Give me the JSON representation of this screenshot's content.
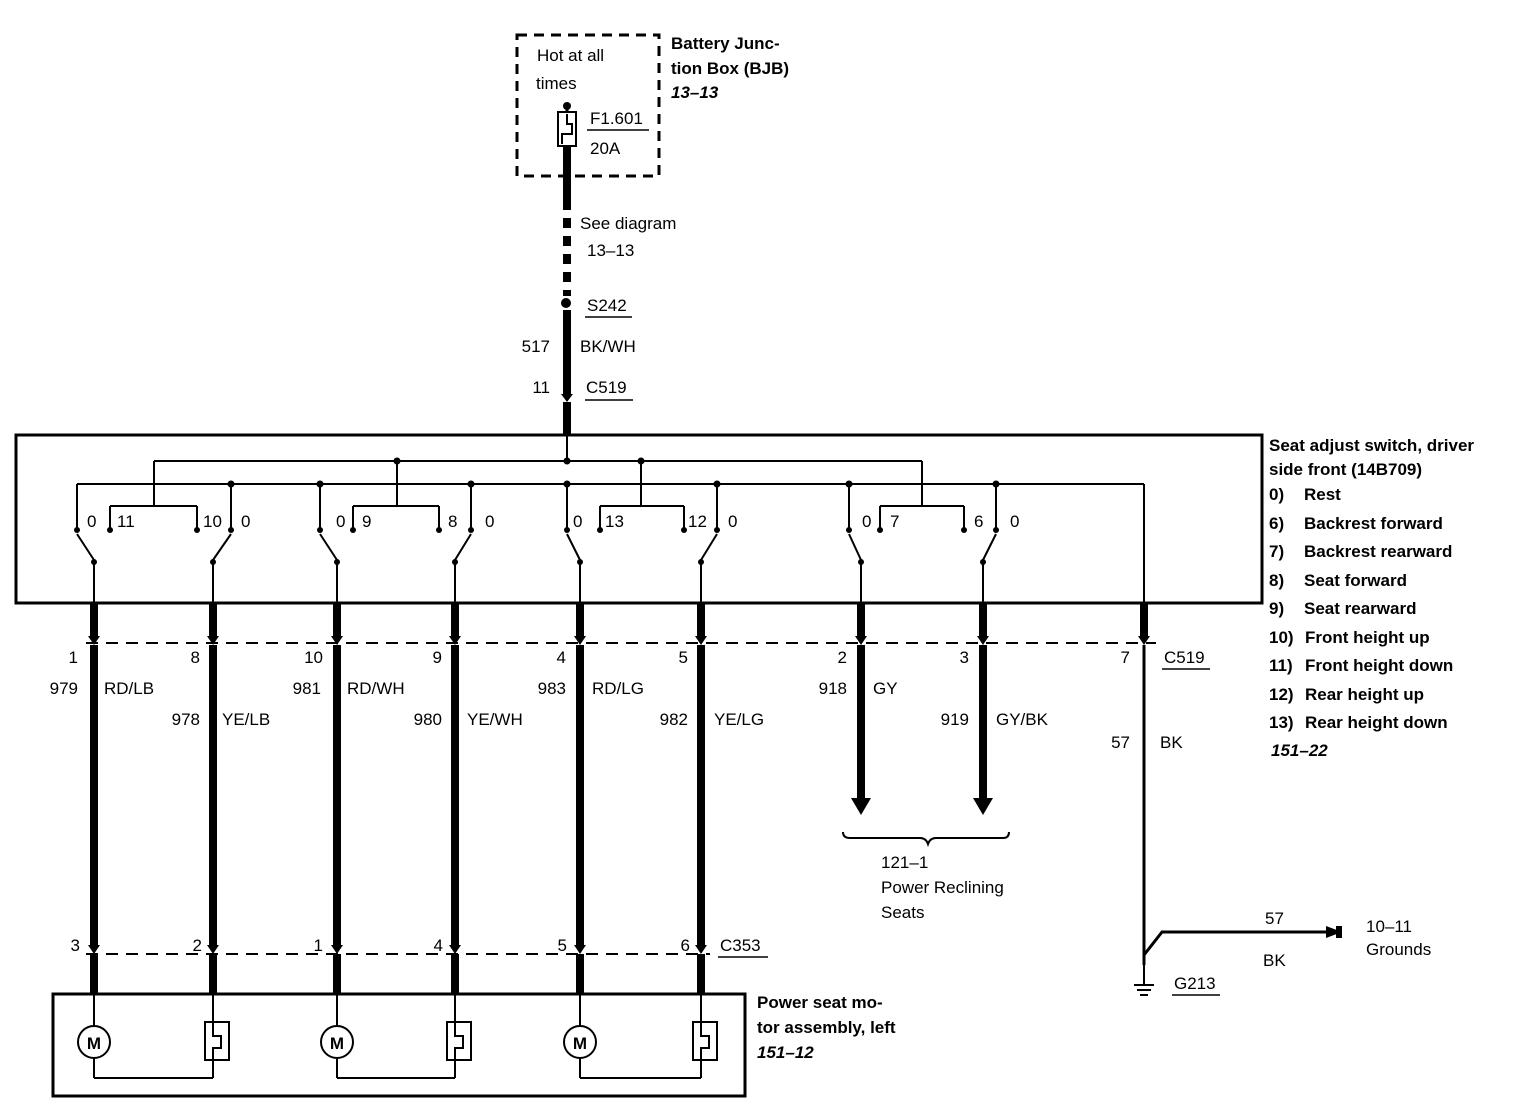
{
  "bjb": {
    "hot_text_1": "Hot at all",
    "hot_text_2": "times",
    "fuse_id": "F1.601",
    "fuse_rating": "20A",
    "label_1": "Battery Junc-",
    "label_2": "tion Box (BJB)",
    "ref": "13–13"
  },
  "feed": {
    "see_1": "See diagram",
    "see_2": "13–13",
    "splice": "S242",
    "circuit": "517",
    "color": "BK/WH",
    "pin": "11",
    "connector": "C519"
  },
  "switch": {
    "title_1": "Seat adjust switch, driver",
    "title_2": "side front (14B709)",
    "ref": "151–22",
    "legend": [
      {
        "num": "0)",
        "text": "Rest"
      },
      {
        "num": "6)",
        "text": "Backrest forward"
      },
      {
        "num": "7)",
        "text": "Backrest rearward"
      },
      {
        "num": "8)",
        "text": "Seat forward"
      },
      {
        "num": "9)",
        "text": "Seat rearward"
      },
      {
        "num": "10)",
        "text": "Front height up"
      },
      {
        "num": "11)",
        "text": "Front height down"
      },
      {
        "num": "12)",
        "text": "Rear height up"
      },
      {
        "num": "13)",
        "text": "Rear height down"
      }
    ],
    "contacts": [
      {
        "left_zero": "0",
        "left_num": "11",
        "right_num": "10",
        "right_zero": "0"
      },
      {
        "left_zero": "0",
        "left_num": "9",
        "right_num": "8",
        "right_zero": "0"
      },
      {
        "left_zero": "0",
        "left_num": "13",
        "right_num": "12",
        "right_zero": "0"
      },
      {
        "left_zero": "0",
        "left_num": "7",
        "right_num": "6",
        "right_zero": "0"
      }
    ]
  },
  "c519_connector": "C519",
  "c353_connector": "C353",
  "wires": [
    {
      "pin_top": "1",
      "pin_bottom": "3",
      "circuit": "979",
      "color": "RD/LB"
    },
    {
      "pin_top": "8",
      "pin_bottom": "2",
      "circuit": "978",
      "color": "YE/LB"
    },
    {
      "pin_top": "10",
      "pin_bottom": "1",
      "circuit": "981",
      "color": "RD/WH"
    },
    {
      "pin_top": "9",
      "pin_bottom": "4",
      "circuit": "980",
      "color": "YE/WH"
    },
    {
      "pin_top": "4",
      "pin_bottom": "5",
      "circuit": "983",
      "color": "RD/LG"
    },
    {
      "pin_top": "5",
      "pin_bottom": "6",
      "circuit": "982",
      "color": "YE/LG"
    },
    {
      "pin_top": "2",
      "circuit": "918",
      "color": "GY"
    },
    {
      "pin_top": "3",
      "circuit": "919",
      "color": "GY/BK"
    },
    {
      "pin_top": "7",
      "circuit": "57",
      "color": "BK"
    }
  ],
  "reclining": {
    "ref": "121–1",
    "label_1": "Power Reclining",
    "label_2": "Seats"
  },
  "ground": {
    "circuit": "57",
    "color": "BK",
    "ref": "10–11",
    "label": "Grounds",
    "point": "G213"
  },
  "motor": {
    "label_1": "Power seat mo-",
    "label_2": "tor assembly, left",
    "ref": "151–12",
    "motor_symbol": "M"
  }
}
